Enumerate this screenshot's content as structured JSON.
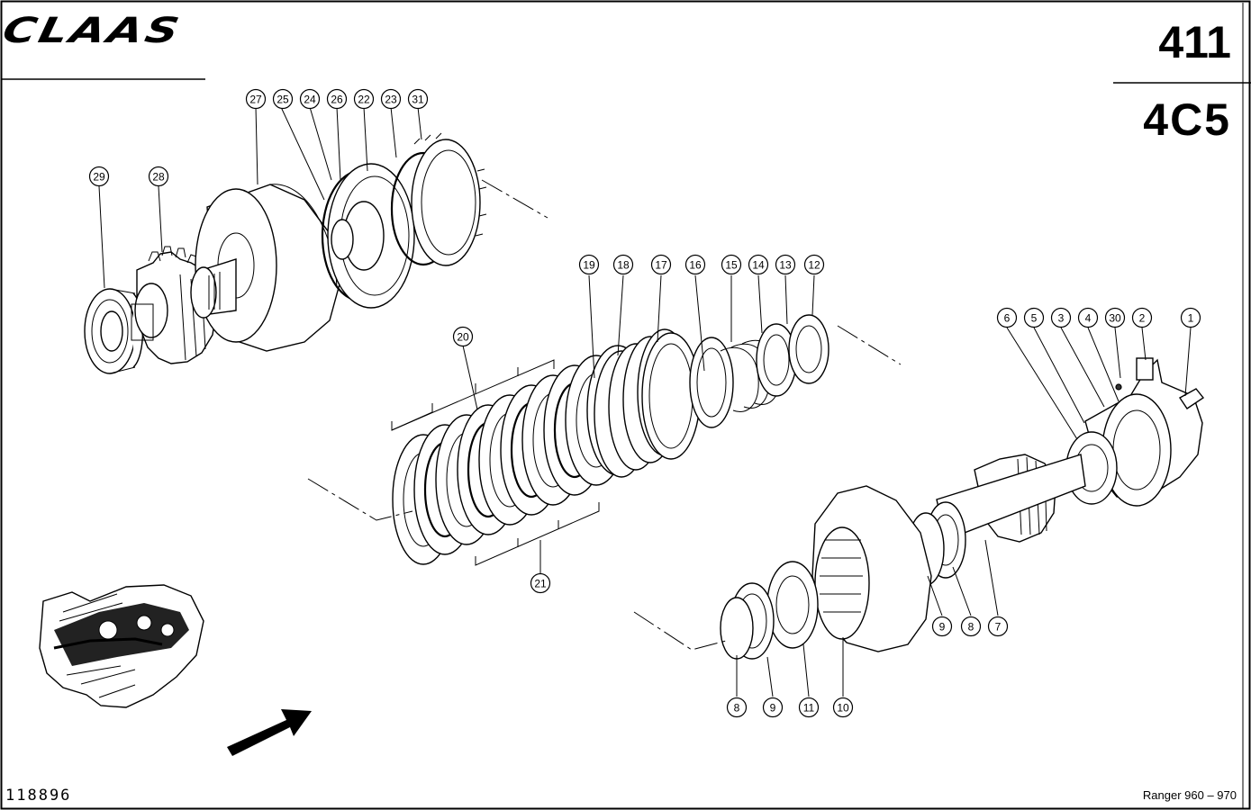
{
  "header": {
    "brand": "CLAAS",
    "sheet_number": "411",
    "group_code": "4C5"
  },
  "footer": {
    "drawing_number": "118896",
    "model_range": "Ranger 960 – 970"
  },
  "callouts": [
    "27",
    "25",
    "24",
    "26",
    "22",
    "23",
    "31",
    "29",
    "28",
    "20",
    "21",
    "19",
    "18",
    "17",
    "16",
    "15",
    "14",
    "13",
    "12",
    "6",
    "5",
    "3",
    "4",
    "30",
    "2",
    "1",
    "9",
    "8",
    "7",
    "8",
    "9",
    "11",
    "10"
  ],
  "icons": {
    "direction_arrow": "direction-arrow-icon",
    "location_thumbnail": "transmission-thumbnail"
  }
}
